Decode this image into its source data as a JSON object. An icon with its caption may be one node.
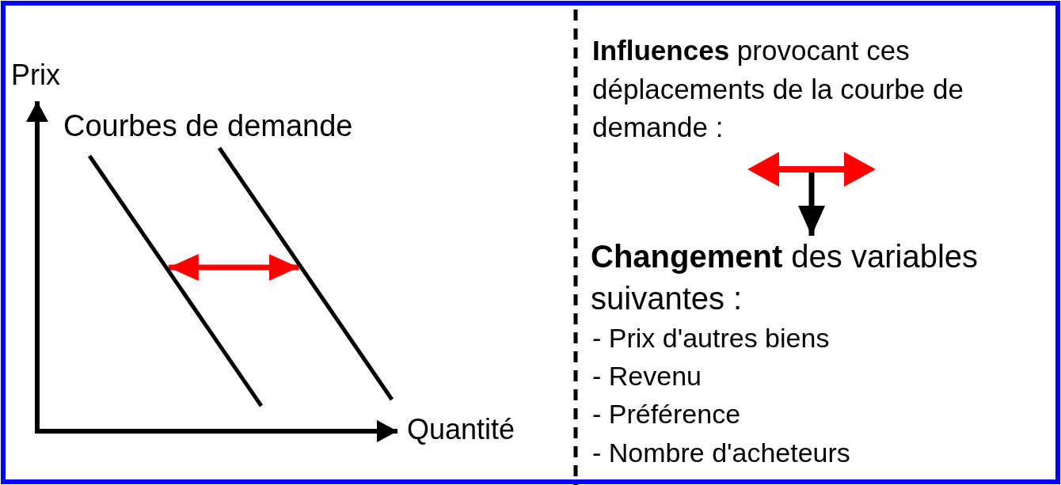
{
  "diagram": {
    "nodes": [
      {
        "text": [],
        "shape": "line"
      },
      {
        "text": [],
        "shape": "line"
      },
      {
        "text": [
          "**Influences** provocant ces déplacements de la courbe de demande :"
        ]
      },
      {
        "text": [],
        "shape": "picture"
      },
      {
        "text": [
          "**Changement** des variables suivantes :"
        ]
      }
    ],
    "edges": [
      {
        "from": 0,
        "to": 1,
        "arrow": "both",
        "color": "#ff0000"
      },
      {
        "from": 3,
        "to": 4,
        "arrow": "to",
        "color": "#000000"
      }
    ],
    "labels": [
      "Prix",
      "Courbes de demande",
      "Quantité",
      "- Prix d'autres biens",
      "- Revenu",
      "- Préférence",
      "- Nombre d'acheteurs"
    ]
  }
}
